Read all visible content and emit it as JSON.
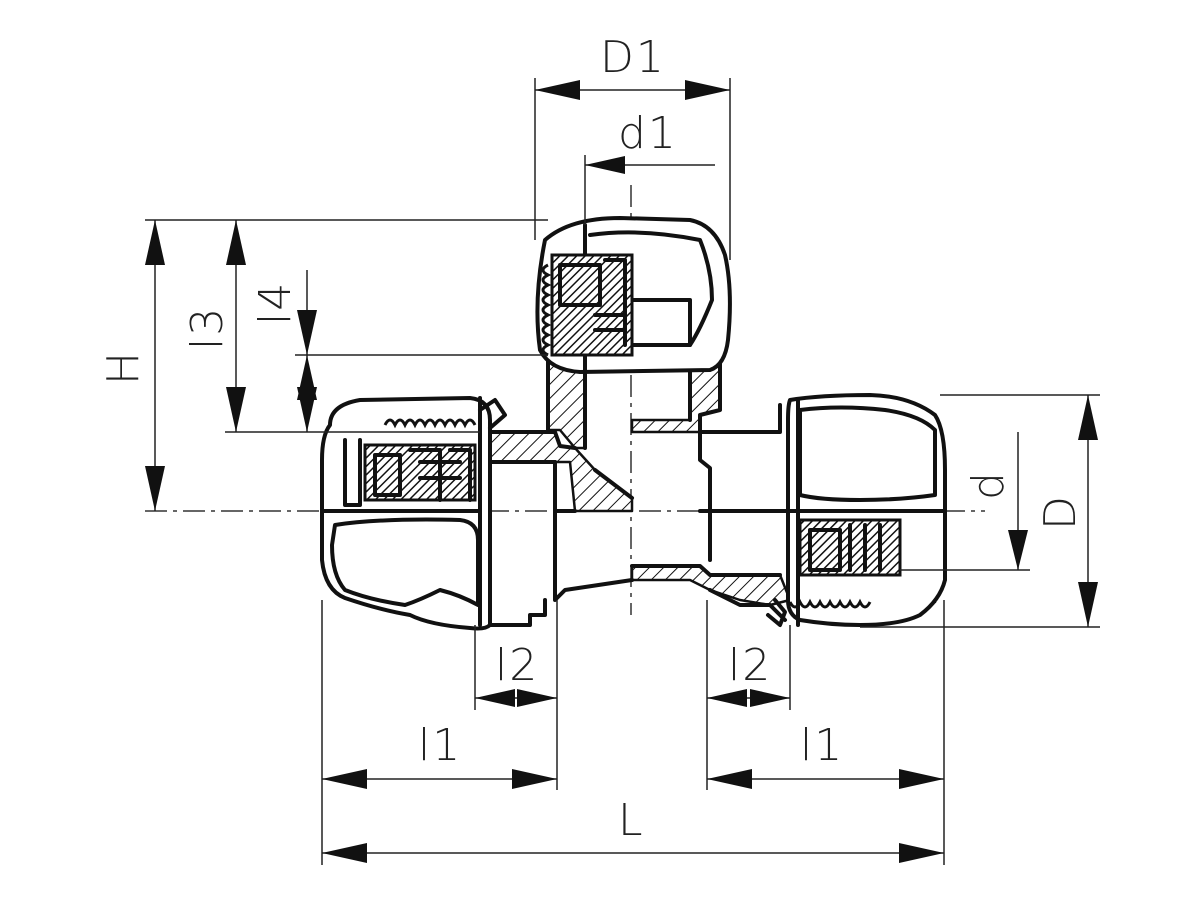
{
  "labels": {
    "D1": "D1",
    "d1": "d1",
    "H": "H",
    "l3": "l3",
    "l4": "l4",
    "d": "d",
    "D": "D",
    "l2_left": "l2",
    "l2_right": "l2",
    "l1_left": "l1",
    "l1_right": "l1",
    "L": "L"
  }
}
